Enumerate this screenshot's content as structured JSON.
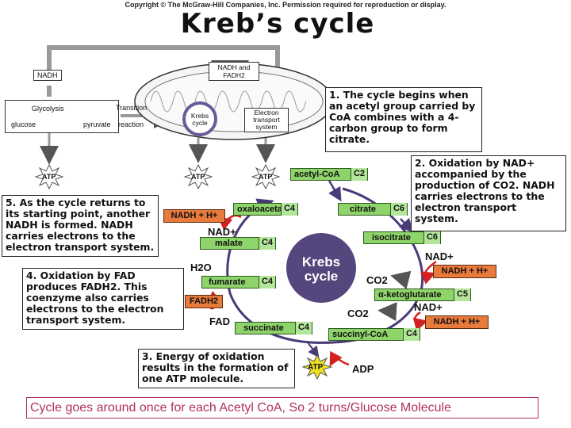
{
  "header": {
    "copyright": "Copyright © The McGraw-Hill Companies, Inc. Permission required for reproduction or display.",
    "title": "Kreb’s cycle"
  },
  "overview": {
    "nadh": "NADH",
    "nadh_fadh2": "NADH and FADH2",
    "glycolysis": "Glycolysis",
    "glucose": "glucose",
    "pyruvate": "pyruvate",
    "transition": "Transition",
    "reaction": "reaction",
    "krebs_cycle": "Krebs cycle",
    "electron_transport": "Electron transport system",
    "atp": "ATP"
  },
  "notes": {
    "step1": "1. The cycle begins when an acetyl group carried by CoA combines with a 4-carbon group to form citrate.",
    "step2": "2. Oxidation by NAD+ accompanied by the production of CO2. NADH carries electrons to the electron transport system.",
    "step3": "3. Energy of oxidation results in the formation of one ATP molecule.",
    "step4": "4. Oxidation by FAD produces FADH2. This coenzyme also carries electrons to the electron transport system.",
    "step5": "5. As the cycle returns to its starting point, another NADH is formed. NADH carries electrons to the electron transport system."
  },
  "cycle": {
    "center": "Krebs cycle",
    "acetyl_coa": "acetyl-CoA",
    "acetyl_coa_c": "C2",
    "citrate": "citrate",
    "citrate_c": "C6",
    "isocitrate": "isocitrate",
    "isocitrate_c": "C6",
    "ketoglutarate": "α-ketoglutarate",
    "ketoglutarate_c": "C5",
    "succinyl_coa": "succinyl-CoA",
    "succinyl_coa_c": "C4",
    "succinate": "succinate",
    "succinate_c": "C4",
    "fumarate": "fumarate",
    "fumarate_c": "C4",
    "malate": "malate",
    "malate_c": "C4",
    "oxaloacetate": "oxaloacetate",
    "oxaloacetate_c": "C4",
    "nadh_h_1": "NADH + H+",
    "nadh_h_2": "NADH + H+",
    "nadh_h_3": "NADH + H+",
    "nad_1": "NAD+",
    "nad_2": "NAD+",
    "nad_3": "NAD+",
    "co2_1": "CO2",
    "co2_2": "CO2",
    "h2o": "H2O",
    "fadh2": "FADH2",
    "fad": "FAD",
    "atp": "ATP",
    "adp": "ADP"
  },
  "footer": {
    "text": "Cycle goes around once for each Acetyl CoA, So 2 turns/Glucose Molecule"
  },
  "colors": {
    "green": "#8fd36b",
    "orange": "#e87a3c",
    "purple": "#4b3a78",
    "red": "#d42020",
    "footer": "#b23355"
  }
}
